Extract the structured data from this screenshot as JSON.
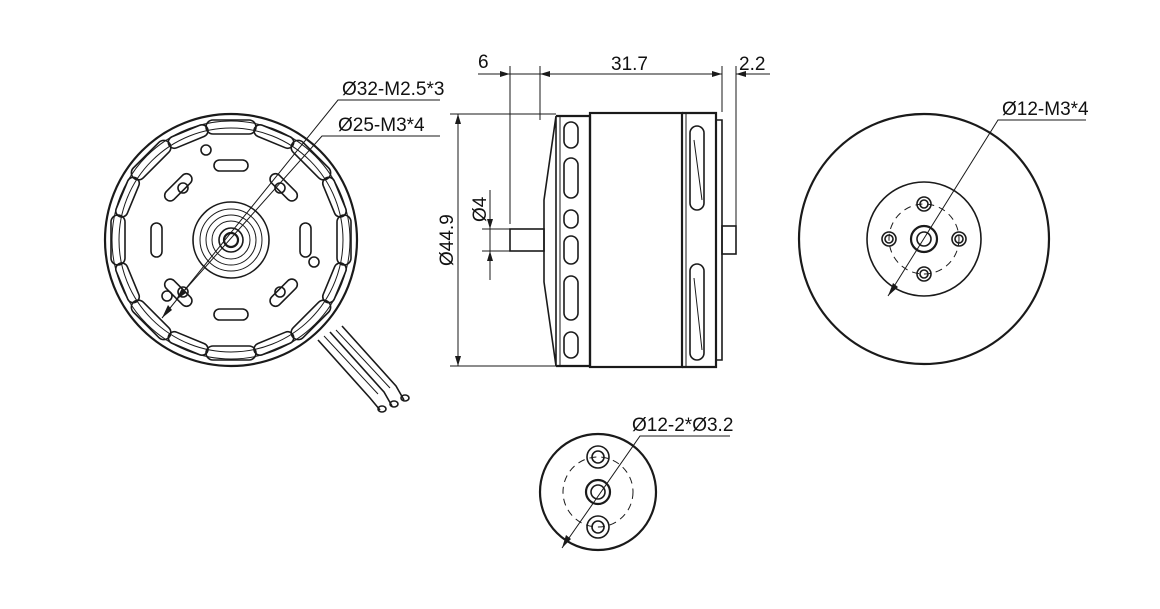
{
  "labels": {
    "front_bolt_circle": "Ø32-M2.5*3",
    "front_inner_circle": "Ø25-M3*4",
    "shaft_length": "6",
    "body_length": "31.7",
    "flange_length": "2.2",
    "shaft_diameter": "Ø4",
    "body_diameter": "Ø44.9",
    "rear_mount": "Ø12-M3*4",
    "prop_adapter": "Ø12-2*Ø3.2"
  },
  "colors": {
    "line": "#1a1a1a",
    "background": "#ffffff"
  }
}
